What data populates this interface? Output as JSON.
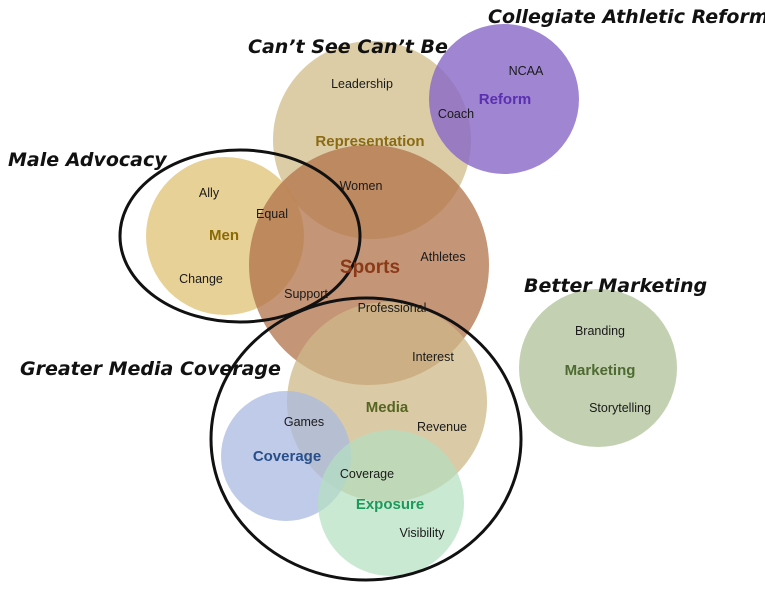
{
  "clusters": {
    "reform": "Collegiate Athletic Reform",
    "representation": "Can’t See Can’t Be",
    "male_advocacy": "Male Advocacy",
    "marketing": "Better Marketing",
    "media": "Greater Media Coverage"
  },
  "bubbles": {
    "sports": {
      "label": "Sports",
      "color": "#b0714a",
      "label_color": "#8b3a17"
    },
    "representation": {
      "label": "Representation",
      "color": "#d2bc8a",
      "label_color": "#8a6a12"
    },
    "reform": {
      "label": "Reform",
      "color": "#8766c7",
      "label_color": "#5a2fb0"
    },
    "men": {
      "label": "Men",
      "color": "#e2c57c",
      "label_color": "#8a6a05"
    },
    "media": {
      "label": "Media",
      "color": "#cfb888",
      "label_color": "#556622"
    },
    "marketing": {
      "label": "Marketing",
      "color": "#b8c9a4",
      "label_color": "#4e6a32"
    },
    "coverage": {
      "label": "Coverage",
      "color": "#a9b9e0",
      "label_color": "#284f8a"
    },
    "exposure": {
      "label": "Exposure",
      "color": "#b3e0c0",
      "label_color": "#1d9a5a"
    }
  },
  "keywords": {
    "leadership": "Leadership",
    "ncaa": "NCAA",
    "coach": "Coach",
    "women": "Women",
    "ally": "Ally",
    "equal": "Equal",
    "change": "Change",
    "support": "Support",
    "athletes": "Athletes",
    "professional": "Professional",
    "interest": "Interest",
    "branding": "Branding",
    "storytelling": "Storytelling",
    "games": "Games",
    "revenue": "Revenue",
    "coverage": "Coverage",
    "visibility": "Visibility"
  }
}
